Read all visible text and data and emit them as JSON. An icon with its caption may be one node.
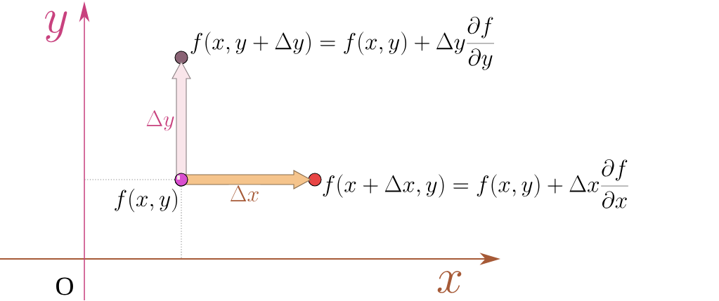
{
  "diagram": {
    "nodes": [
      {
        "text": [],
        "shape": "circle",
        "beside": [
          "f(x, y)"
        ]
      },
      {
        "text": [],
        "shape": "circle",
        "beside": [
          "f(x, y+\\Delta y)= f(x, y) + \\Delta y\\frac{\\partial f}{\\partial y}"
        ]
      },
      {
        "text": [],
        "shape": "circle",
        "beside": [
          "f(x + \\Delta x, y) = f(x, y) + \\Delta x\\frac{\\partial f}{\\partial x}"
        ]
      }
    ],
    "edges": [
      {
        "from": 0,
        "to": 1,
        "arrow": "to",
        "label": "\\Delta y",
        "color": "#f9e5ea"
      },
      {
        "from": 0,
        "to": 2,
        "arrow": "to",
        "label": "\\Delta x",
        "color": "#f5c48c"
      }
    ],
    "labels": [
      "y",
      "x",
      "O"
    ]
  }
}
